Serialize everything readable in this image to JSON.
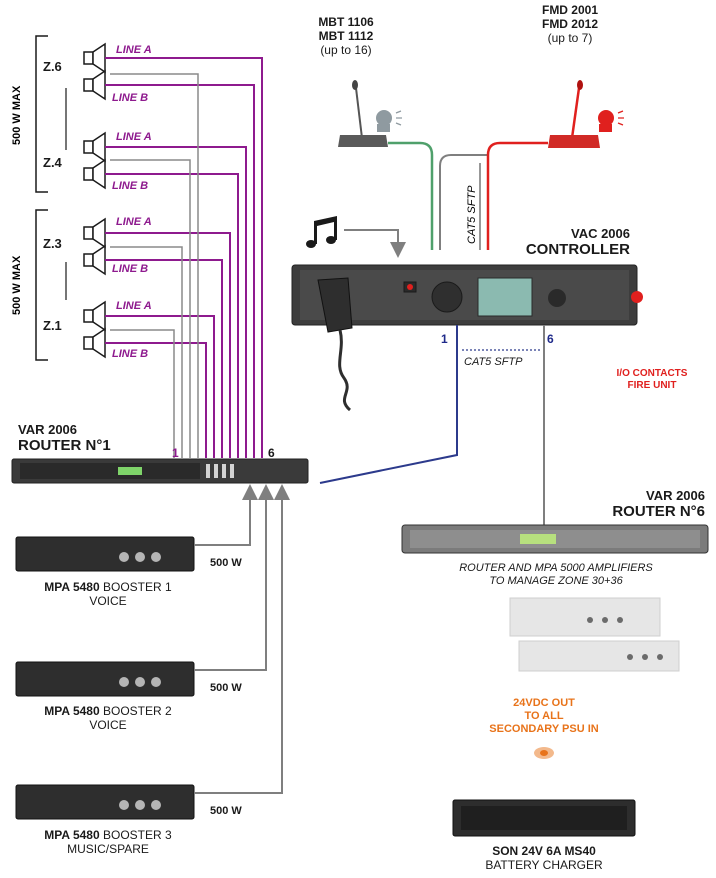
{
  "zones_top": {
    "max_label": "500 W MAX",
    "upper": "Z.6",
    "lower": "Z.4"
  },
  "zones_bottom": {
    "max_label": "500 W MAX",
    "upper": "Z.3",
    "lower": "Z.1"
  },
  "line_labels": {
    "a": "LINE A",
    "b": "LINE B"
  },
  "mic_mbt": {
    "line1": "MBT 1106",
    "line2": "MBT 1112",
    "line3": "(up to 16)"
  },
  "mic_fmd": {
    "line1": "FMD 2001",
    "line2": "FMD 2012",
    "line3": "(up to 7)"
  },
  "cat5_top": "CAT5 SFTP",
  "cat5_mid": "CAT5 SFTP",
  "controller": {
    "line1": "VAC 2006",
    "line2": "CONTROLLER",
    "port_left": "1",
    "port_right": "6"
  },
  "io": {
    "line1": "I/O CONTACTS",
    "line2": "FIRE UNIT"
  },
  "router1": {
    "line1": "VAR 2006",
    "line2": "ROUTER  N°1",
    "port_left": "1",
    "port_right": "6"
  },
  "router6": {
    "line1": "VAR 2006",
    "line2": "ROUTER  N°6",
    "desc1": "ROUTER AND MPA 5000 AMPLIFIERS",
    "desc2": "TO MANAGE ZONE 30+36"
  },
  "boosters": [
    {
      "model": "MPA 5480",
      "name": " BOOSTER 1",
      "role": "VOICE",
      "watt": "500 W"
    },
    {
      "model": "MPA 5480",
      "name": " BOOSTER 2",
      "role": "VOICE",
      "watt": "500 W"
    },
    {
      "model": "MPA 5480",
      "name": " BOOSTER 3",
      "role": "MUSIC/SPARE",
      "watt": "500 W"
    }
  ],
  "psu": {
    "line1": "24VDC OUT",
    "line2": "TO ALL",
    "line3": "SECONDARY PSU IN"
  },
  "charger": {
    "line1": "SON 24V 6A MS40",
    "line2": "BATTERY CHARGER"
  },
  "colors": {
    "speaker_line": "#8e1a8e",
    "feed_line": "#7f7f7f",
    "cat5": "#2c3a8c",
    "red_mic": "#e0201e",
    "green": "#4fa06b",
    "orange": "#e8731a"
  }
}
